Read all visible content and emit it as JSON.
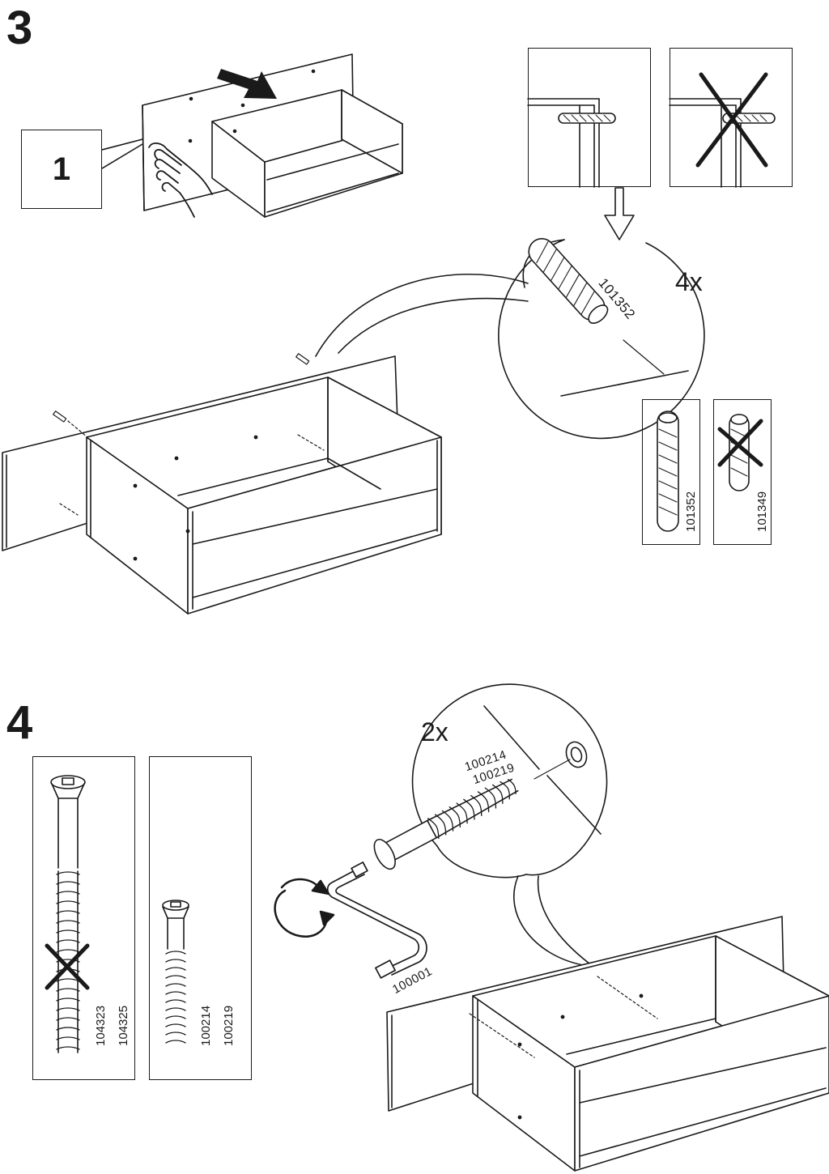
{
  "step3": {
    "number": "3",
    "person_count": "1",
    "dowel_qty": "4x",
    "dowel_code": "101352",
    "right_part_code": "101352",
    "wrong_part_code": "101349"
  },
  "step4": {
    "number": "4",
    "screw_qty": "2x",
    "screw_codes": [
      "100214",
      "100219"
    ],
    "tool_code": "100001",
    "wrong_screw_codes": [
      "104323",
      "104325"
    ],
    "right_screw_codes": [
      "100214",
      "100219"
    ]
  },
  "colors": {
    "ink": "#1a1a1a",
    "paper": "#ffffff"
  },
  "icons": [
    "hand-icon",
    "arrow-icon",
    "cross-icon",
    "hex-key-icon",
    "rotate-icon"
  ]
}
